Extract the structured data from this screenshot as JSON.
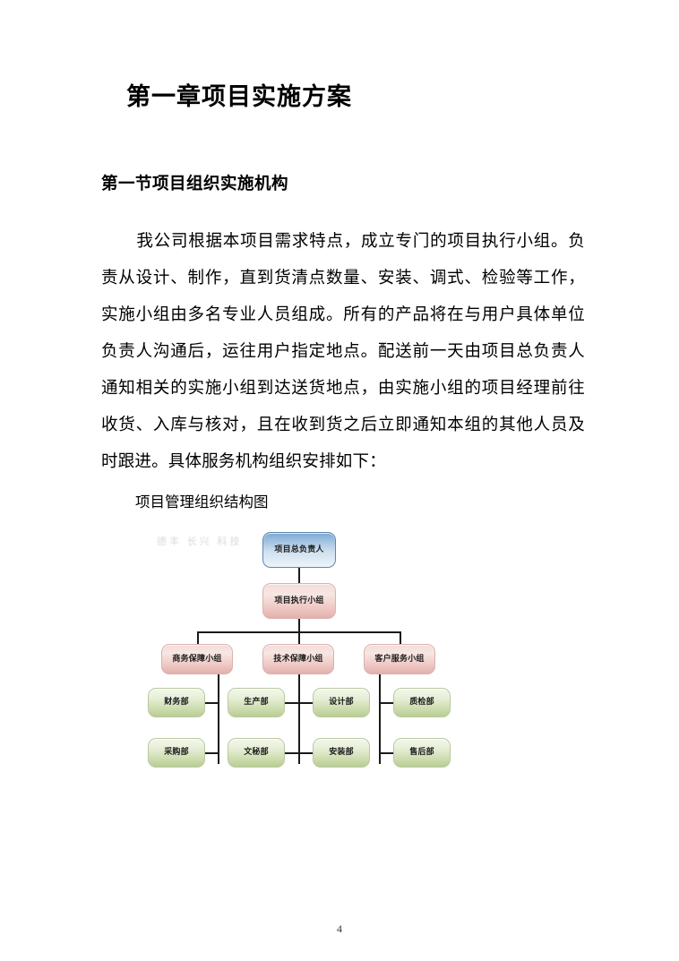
{
  "document": {
    "title": "第一章项目实施方案",
    "section_title": "第一节项目组织实施机构",
    "paragraph": "我公司根据本项目需求特点，成立专门的项目执行小组。负责从设计、制作，直到货清点数量、安装、调式、检验等工作，实施小组由多名专业人员组成。所有的产品将在与用户具体单位负责人沟通后，运往用户指定地点。配送前一天由项目总负责人通知相关的实施小组到达送货地点，由实施小组的项目经理前往收货、入库与核对，且在收到货之后立即通知本组的其他人员及时跟进。具体服务机构组织安排如下：",
    "figure_caption": "项目管理组织结构图",
    "page_number": "4"
  },
  "org_chart": {
    "watermark": "德丰 长兴 科技",
    "colors": {
      "top_node": "#7ca9d4",
      "group_node": "#eec6c2",
      "department_node": "#c9d9a8",
      "connector": "#1a1a1a"
    },
    "root": {
      "label": "项目总负责人"
    },
    "executive": {
      "label": "项目执行小组"
    },
    "groups": [
      {
        "label": "商务保障小组"
      },
      {
        "label": "技术保障小组"
      },
      {
        "label": "客户服务小组"
      }
    ],
    "departments_row1": [
      {
        "label": "财务部"
      },
      {
        "label": "生产部"
      },
      {
        "label": "设计部"
      },
      {
        "label": "质检部"
      }
    ],
    "departments_row2": [
      {
        "label": "采购部"
      },
      {
        "label": "文秘部"
      },
      {
        "label": "安装部"
      },
      {
        "label": "售后部"
      }
    ]
  }
}
